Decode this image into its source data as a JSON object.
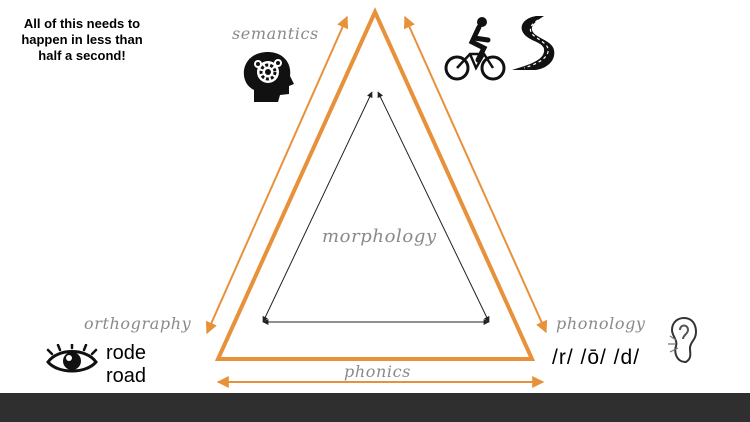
{
  "note": {
    "line1": "All of this needs to",
    "line2": "happen in less than",
    "line3": "half a second!"
  },
  "labels": {
    "semantics": "semantics",
    "morphology": "morphology",
    "orthography": "orthography",
    "phonology": "phonology",
    "phonics": "phonics"
  },
  "orthography_words": {
    "word1": "rode",
    "word2": "road"
  },
  "phonemes": "/r/ /ō/ /d/",
  "icons": {
    "brain": "head-with-gears-icon",
    "cyclist": "cyclist-icon",
    "road": "winding-road-icon",
    "eye": "eye-icon",
    "ear": "ear-icon"
  },
  "colors": {
    "triangle": "#e8913b",
    "inner_arrows": "#222222",
    "label_text": "#8a8a8a",
    "bottom_bar": "#2f2f2f"
  }
}
